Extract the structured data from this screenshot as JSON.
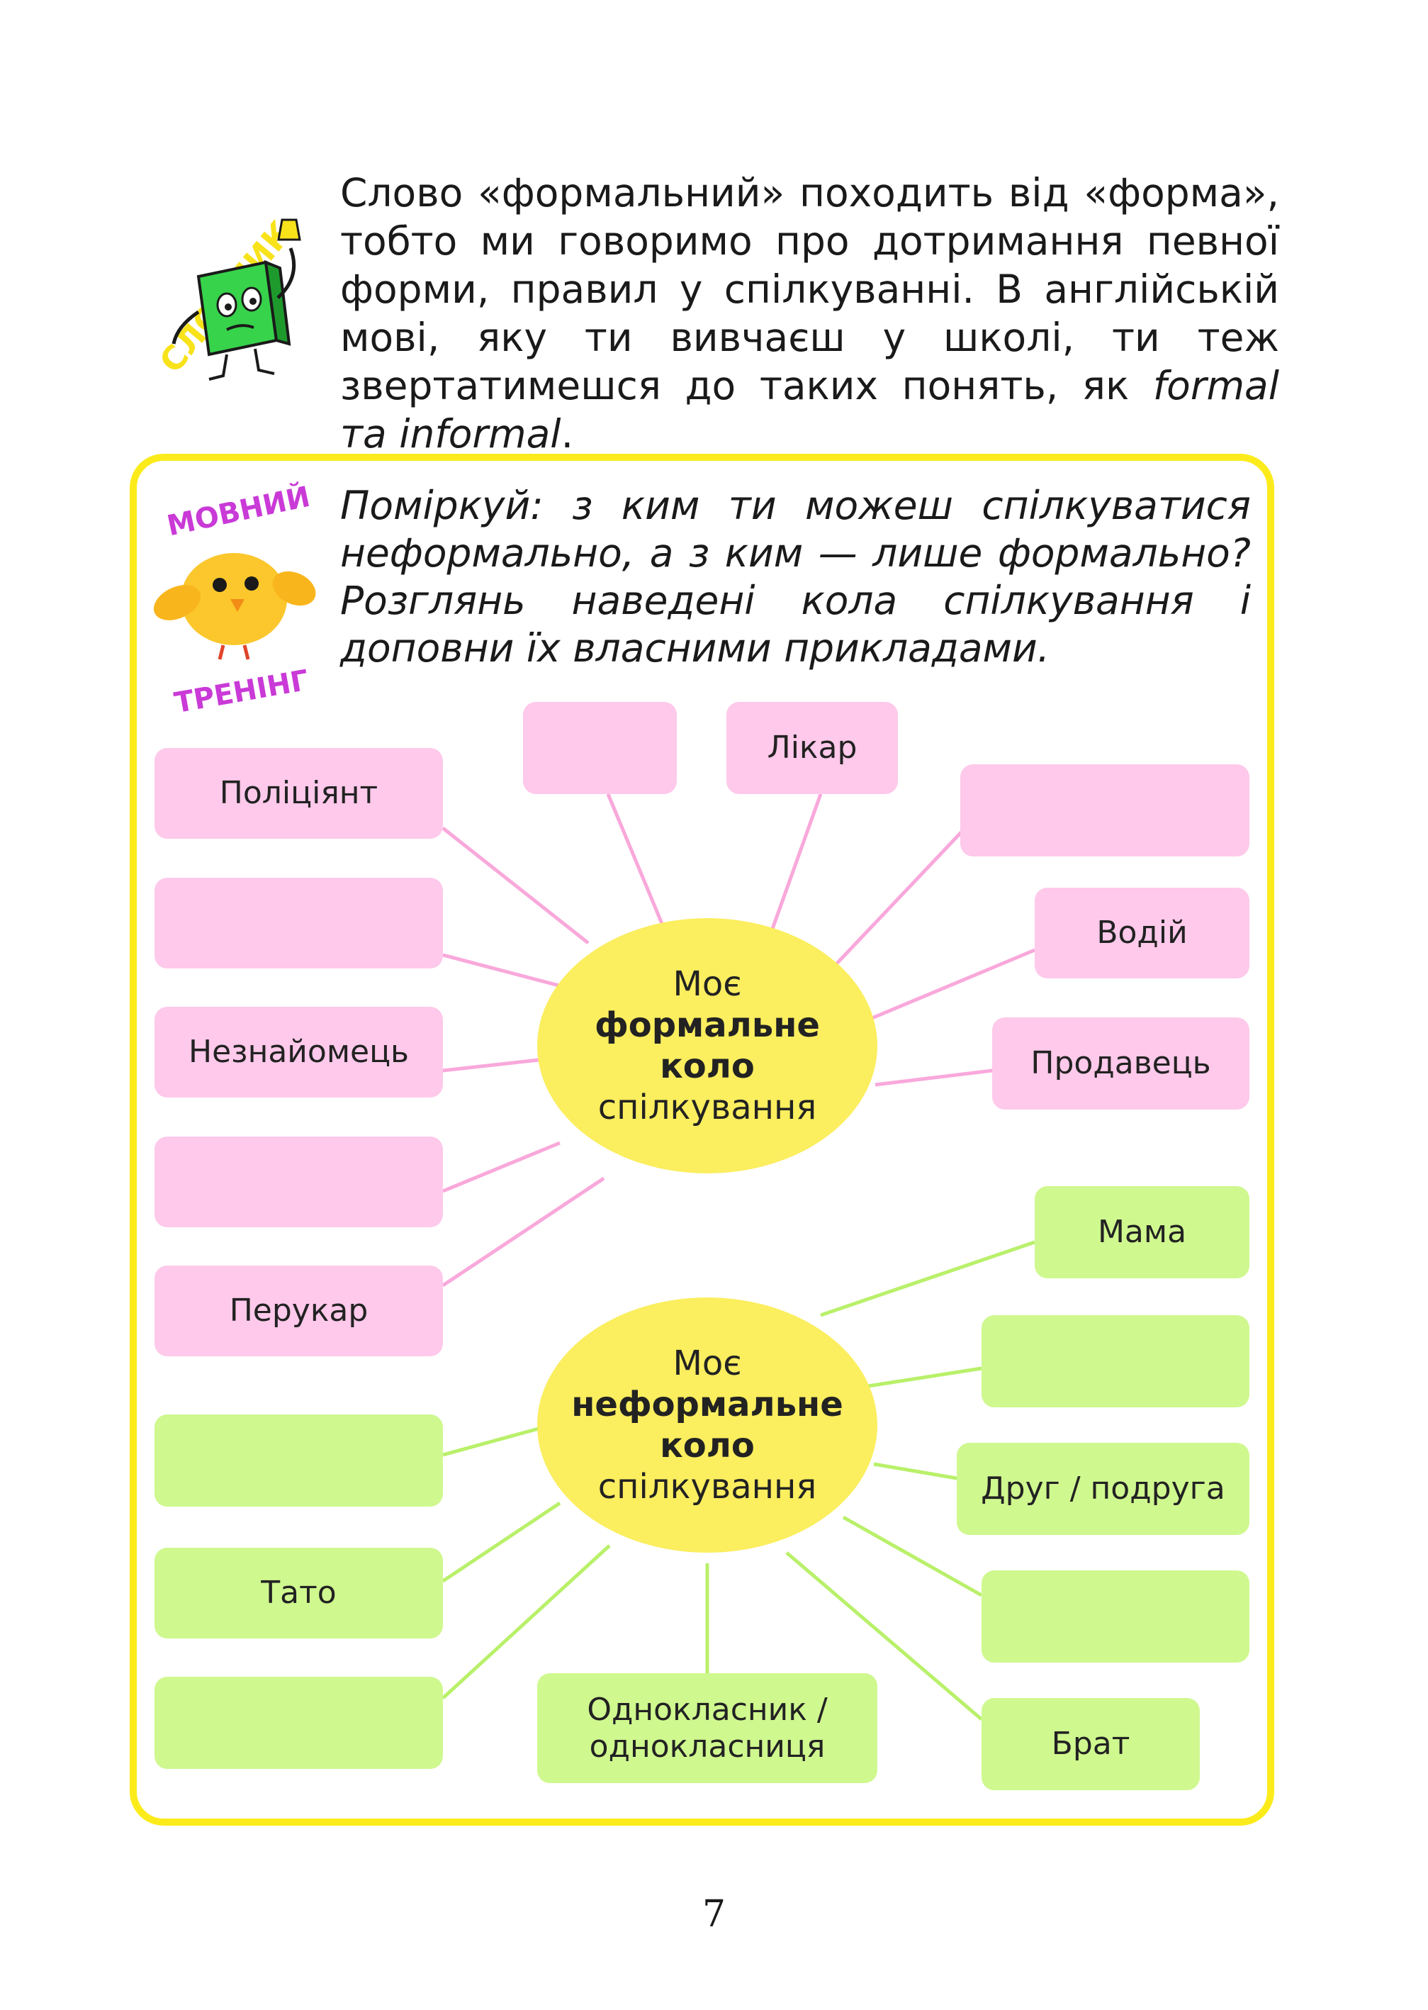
{
  "intro": {
    "text_main": "Слово «формальний» походить від «форма», тобто ми говоримо про дотримання певної форми, правил у спілкуванні. В англійській мові, яку ти вивчаєш у школі, ти теж звертатимешся до таких понять, як ",
    "text_italic": "formal та informal",
    "text_end": "."
  },
  "logos": {
    "dictionary": "СЛОВНИК",
    "training_top": "МОВНИЙ",
    "training_bottom": "ТРЕНІНГ"
  },
  "task_text": "Поміркуй: з ким ти можеш спілкуватися неформально, а з ким — лише формально? Розглянь наведені кола спілкування і доповни їх власними прикладами.",
  "formal_hub": {
    "line1": "Моє",
    "line2": "формальне",
    "line3": "коло",
    "line4": "спілкування"
  },
  "informal_hub": {
    "line1": "Моє",
    "line2": "неформальне",
    "line3": "коло",
    "line4": "спілкування"
  },
  "formal_boxes": [
    "Поліціянт",
    "",
    "Незнайомець",
    "",
    "Перукар",
    "",
    "Лікар",
    "",
    "Водій",
    "Продавець"
  ],
  "informal_boxes": [
    "",
    "Тато",
    "",
    "Однокласник / однокласниця",
    "Мама",
    "",
    "Друг / подруга",
    "",
    "Брат"
  ],
  "colors": {
    "pink_box": "#fec9ea",
    "pink_line": "#f9a8db",
    "green_box": "#cff88f",
    "green_line": "#b9f06a",
    "hub": "#fbee5f",
    "frame": "#fbeb1b"
  },
  "page_number": "7"
}
